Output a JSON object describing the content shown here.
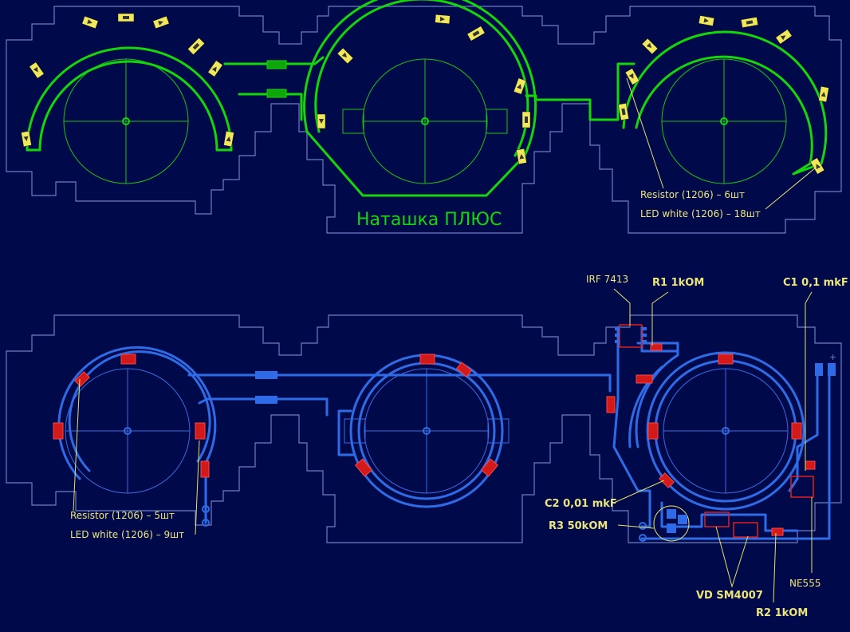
{
  "board_title": "Наташка ПЛЮС",
  "colors": {
    "background": "#000a4a",
    "outline": "#6e7dc6",
    "top_trace": "#15d60a",
    "bottom_trace": "#2f6be6",
    "label": "#ece57c",
    "component": "#d21a1a"
  },
  "top_labels": {
    "resistor": "Resistor (1206) – 6шт",
    "led": "LED white (1206) – 18шт"
  },
  "bottom_labels": {
    "resistor": "Resistor (1206) – 5шт",
    "led": "LED white (1206) – 9шт",
    "irf": "IRF 7413",
    "r1": "R1 1kOM",
    "c1": "C1 0,1 mkF",
    "c2": "C2 0,01 mkF",
    "r3": "R3 50kOM",
    "vd": "VD SM4007",
    "r2": "R2 1kOM",
    "ne555": "NE555"
  }
}
